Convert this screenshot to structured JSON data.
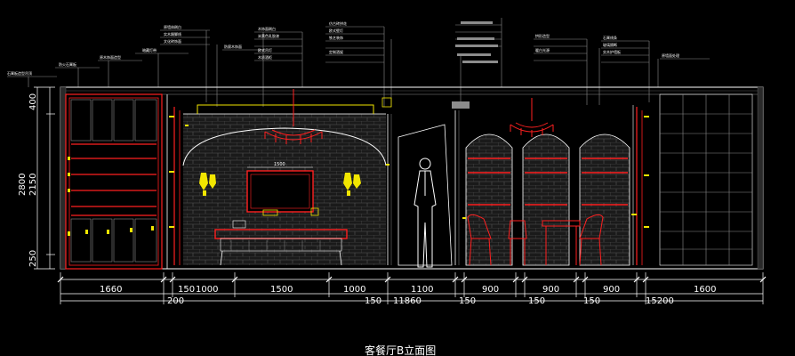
{
  "colors": {
    "background": "#000000",
    "line_white": "#ffffff",
    "line_red": "#ff2020",
    "line_yellow": "#f2e600",
    "line_gray": "#8c8c8c",
    "hatch_gray": "#5a5a5a"
  },
  "drawing": {
    "title": "客餐厅B立面图",
    "tv_text": "1500",
    "bottom_dims": [
      "1660",
      "150",
      "1000",
      "1500",
      "1000",
      "1100",
      "900",
      "150",
      "900",
      "150",
      "900",
      "150",
      "1600"
    ],
    "overall_dims": [
      "200",
      "150",
      "11860",
      "15200"
    ],
    "left_dims": [
      "400",
      "2800",
      "2150",
      "250"
    ],
    "annotations": [
      "石膏板造型吊顶",
      "防火石膏板",
      "原木饰面造型",
      "暗藏灯带",
      "原墙体刷白",
      "实木踢脚线",
      "文化砖饰面",
      "防腐木饰面",
      "木饰面刷白",
      "米黄色乳胶漆",
      "欧式吊灯",
      "木质酒柜",
      "仿古砖拼花",
      "欧式壁灯",
      "铁艺装饰",
      "定制酒架",
      "拱形造型",
      "暖白光源",
      "石膏线条",
      "玻璃隔断",
      "实木护墙板",
      "原墙面处理"
    ]
  }
}
